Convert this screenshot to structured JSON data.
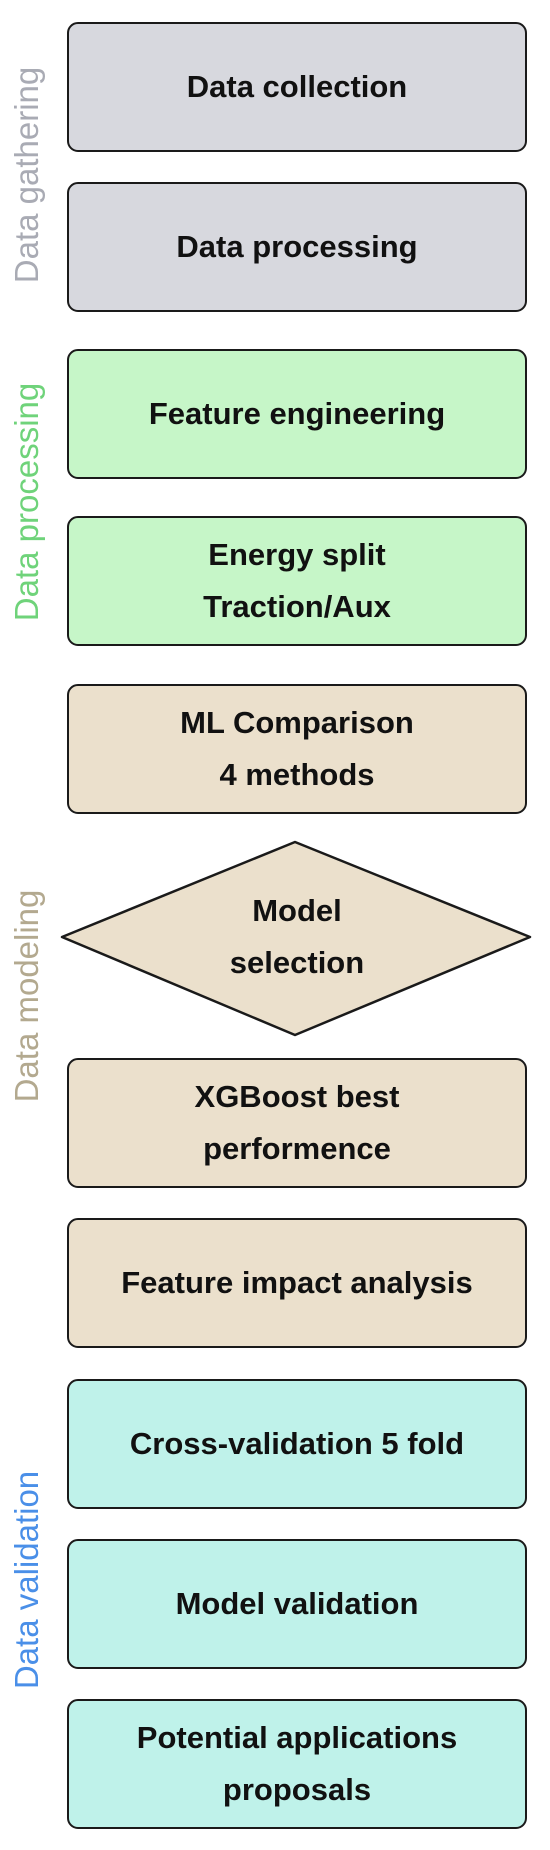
{
  "groups": {
    "gathering": {
      "label": "Data gathering",
      "color": "#a9abb4"
    },
    "processing": {
      "label": "Data processing",
      "color": "#6fd37a"
    },
    "modeling": {
      "label": "Data modeling",
      "color": "#b3a98f"
    },
    "validation": {
      "label": "Data validation",
      "color": "#4a8fe8"
    }
  },
  "steps": {
    "data_collection": {
      "line1": "Data collection"
    },
    "data_processing": {
      "line1": "Data processing"
    },
    "feature_engineering": {
      "line1": "Feature engineering"
    },
    "energy_split": {
      "line1": "Energy split",
      "line2": "Traction/Aux"
    },
    "ml_comparison": {
      "line1": "ML Comparison",
      "line2": "4 methods"
    },
    "model_selection": {
      "line1": "Model",
      "line2": "selection"
    },
    "xgboost": {
      "line1": "XGBoost best",
      "line2": "performence"
    },
    "feature_impact": {
      "line1": "Feature impact analysis"
    },
    "cross_validation": {
      "line1": "Cross-validation 5 fold"
    },
    "model_validation": {
      "line1": "Model validation"
    },
    "applications": {
      "line1": "Potential applications",
      "line2": "proposals"
    }
  },
  "colors": {
    "gathering_fill": "#d7d8de",
    "processing_fill": "#c6f6c8",
    "modeling_fill": "#ebe0cc",
    "validation_fill": "#bff2ea",
    "border": "#1a1a1a"
  }
}
